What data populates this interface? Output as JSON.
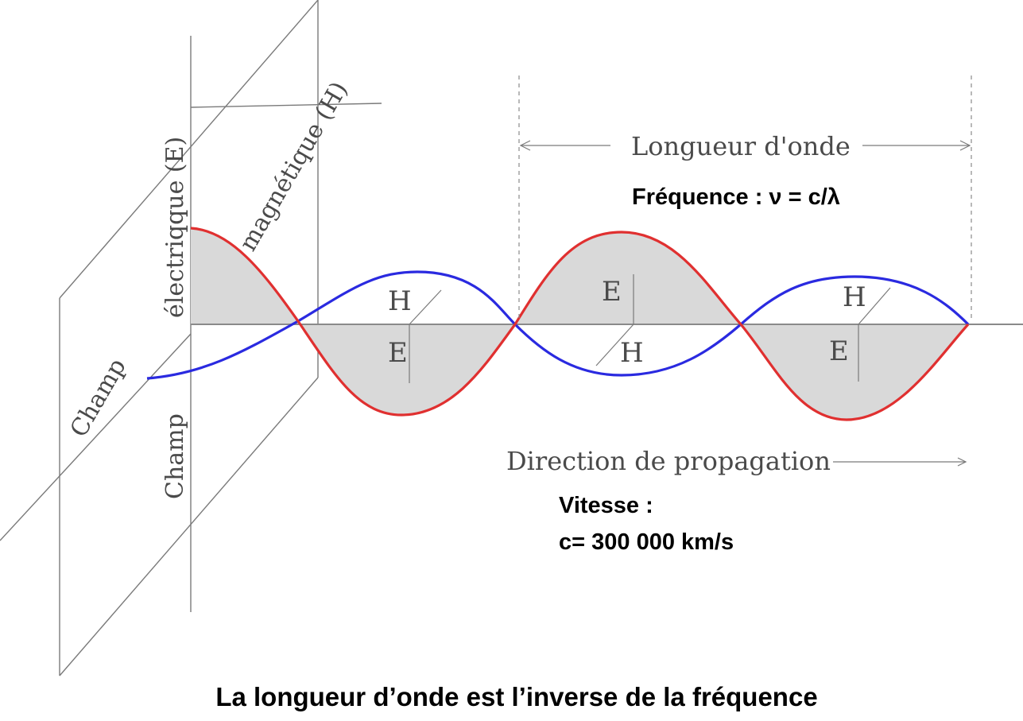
{
  "labels": {
    "champ_e_1": "Champ",
    "champ_e_2": "électriqque (E)",
    "champ_h_1": "Champ",
    "champ_h_2": "magnétique (H)",
    "wavelength": "Longueur d'onde",
    "frequency": "Fréquence : ν = c/λ",
    "propagation": "Direction de propagation",
    "speed_label": "Vitesse :",
    "speed_value": "c= 300 000 km/s",
    "caption": "La longueur d’onde est l’inverse de la fréquence",
    "e_symbol": "E",
    "h_symbol": "H"
  },
  "colors": {
    "electric_wave": "#e03030",
    "magnetic_wave": "#2a2ae0",
    "fill": "#d9d9d9",
    "axis": "#8a8a8a"
  }
}
